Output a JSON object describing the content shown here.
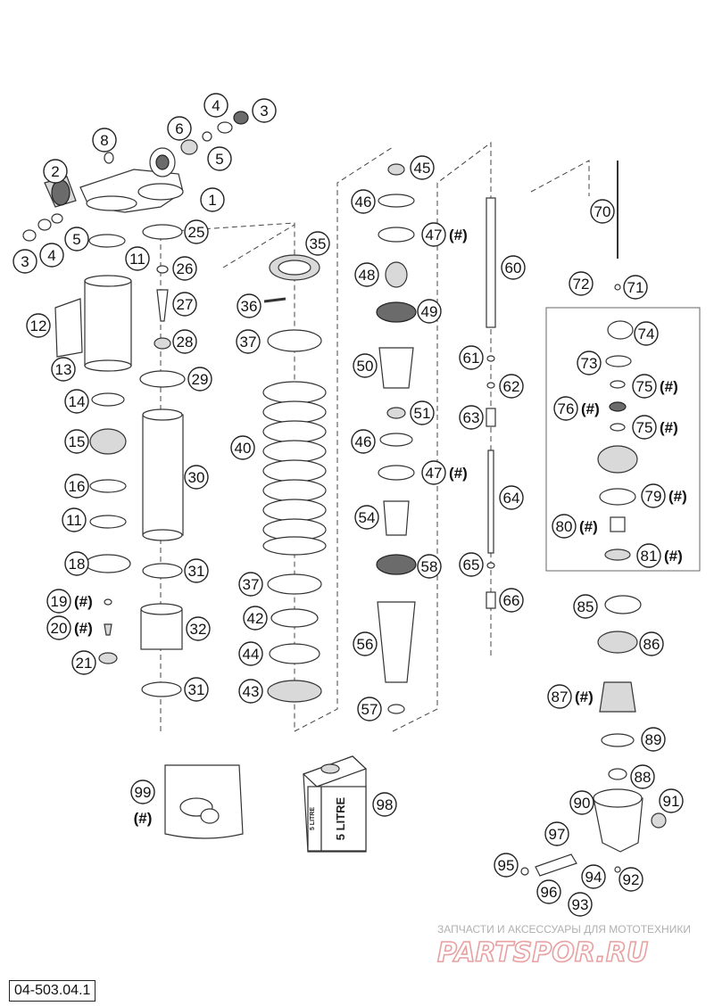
{
  "drawing_number": "04-503.04.1",
  "callouts": [
    {
      "id": "1",
      "hash": false
    },
    {
      "id": "2",
      "hash": false
    },
    {
      "id": "3",
      "hash": false
    },
    {
      "id": "4",
      "hash": false
    },
    {
      "id": "5",
      "hash": false
    },
    {
      "id": "6",
      "hash": false
    },
    {
      "id": "8",
      "hash": false
    },
    {
      "id": "11",
      "hash": false
    },
    {
      "id": "12",
      "hash": false
    },
    {
      "id": "13",
      "hash": false
    },
    {
      "id": "14",
      "hash": false
    },
    {
      "id": "15",
      "hash": false
    },
    {
      "id": "16",
      "hash": false
    },
    {
      "id": "18",
      "hash": false
    },
    {
      "id": "19",
      "hash": true
    },
    {
      "id": "20",
      "hash": true
    },
    {
      "id": "21",
      "hash": false
    },
    {
      "id": "25",
      "hash": false
    },
    {
      "id": "26",
      "hash": false
    },
    {
      "id": "27",
      "hash": false
    },
    {
      "id": "28",
      "hash": false
    },
    {
      "id": "29",
      "hash": false
    },
    {
      "id": "30",
      "hash": false
    },
    {
      "id": "31",
      "hash": false
    },
    {
      "id": "32",
      "hash": false
    },
    {
      "id": "35",
      "hash": false
    },
    {
      "id": "36",
      "hash": false
    },
    {
      "id": "37",
      "hash": false
    },
    {
      "id": "40",
      "hash": false
    },
    {
      "id": "42",
      "hash": false
    },
    {
      "id": "43",
      "hash": false
    },
    {
      "id": "44",
      "hash": false
    },
    {
      "id": "45",
      "hash": false
    },
    {
      "id": "46",
      "hash": false
    },
    {
      "id": "47",
      "hash": true
    },
    {
      "id": "48",
      "hash": false
    },
    {
      "id": "49",
      "hash": false
    },
    {
      "id": "50",
      "hash": false
    },
    {
      "id": "51",
      "hash": false
    },
    {
      "id": "54",
      "hash": false
    },
    {
      "id": "56",
      "hash": false
    },
    {
      "id": "57",
      "hash": false
    },
    {
      "id": "58",
      "hash": false
    },
    {
      "id": "60",
      "hash": false
    },
    {
      "id": "61",
      "hash": false
    },
    {
      "id": "62",
      "hash": false
    },
    {
      "id": "63",
      "hash": false
    },
    {
      "id": "64",
      "hash": false
    },
    {
      "id": "65",
      "hash": false
    },
    {
      "id": "66",
      "hash": false
    },
    {
      "id": "70",
      "hash": false
    },
    {
      "id": "71",
      "hash": false
    },
    {
      "id": "72",
      "hash": false
    },
    {
      "id": "73",
      "hash": false
    },
    {
      "id": "74",
      "hash": false
    },
    {
      "id": "75",
      "hash": true
    },
    {
      "id": "76",
      "hash": true
    },
    {
      "id": "79",
      "hash": true
    },
    {
      "id": "80",
      "hash": true
    },
    {
      "id": "81",
      "hash": true
    },
    {
      "id": "85",
      "hash": false
    },
    {
      "id": "86",
      "hash": false
    },
    {
      "id": "87",
      "hash": true
    },
    {
      "id": "88",
      "hash": false
    },
    {
      "id": "89",
      "hash": false
    },
    {
      "id": "90",
      "hash": false
    },
    {
      "id": "91",
      "hash": false
    },
    {
      "id": "92",
      "hash": false
    },
    {
      "id": "93",
      "hash": false
    },
    {
      "id": "94",
      "hash": false
    },
    {
      "id": "95",
      "hash": false
    },
    {
      "id": "96",
      "hash": false
    },
    {
      "id": "97",
      "hash": false
    },
    {
      "id": "98",
      "hash": false
    },
    {
      "id": "99",
      "hash": true
    }
  ],
  "hash_mark": "(#)",
  "oil_can_label": "5 LITRE",
  "oil_can_label_small": "5 LITRE",
  "watermark": {
    "subtitle": "ЗАПЧАСТИ И АКСЕССУАРЫ ДЛЯ МОТОТЕХНИКИ",
    "logo": "PARTSPOR.RU"
  }
}
